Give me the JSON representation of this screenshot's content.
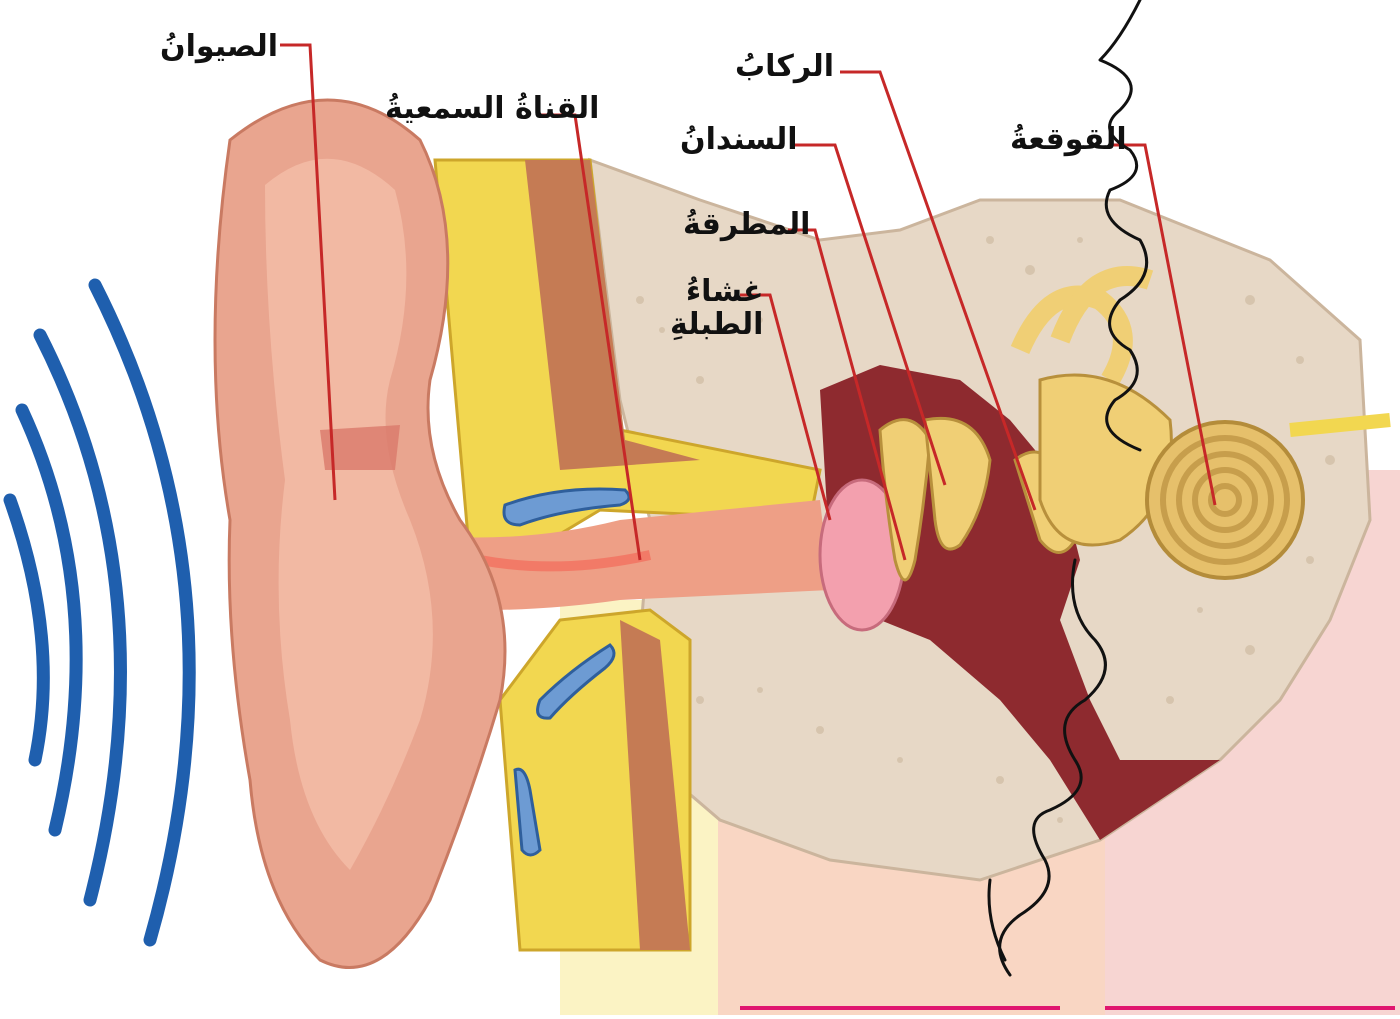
{
  "diagram": {
    "labels": {
      "pinna": "الصيوانُ",
      "ear_canal": "القناةُ السمعيةُ",
      "stapes": "الركابُ",
      "incus": "السندانُ",
      "cochlea": "القوقعةُ",
      "malleus": "المطرقةُ",
      "eardrum_line1": "غشاءُ",
      "eardrum_line2": "الطبلةِ"
    },
    "colors": {
      "sound_waves": "#1f5fae",
      "skin": "#e9a58f",
      "bone": "#e7d8c6",
      "fat": "#f2d750",
      "middle_ear_cavity": "#8e2a2f",
      "ossicles": "#f0cf75",
      "eardrum": "#f3a0ae",
      "leader_line": "#c62828",
      "panel_peach": "#f9d6c3",
      "panel_pink": "#f7d5d2",
      "answer_underline": "#e0156f",
      "handwriting": "#111111"
    },
    "icons": [
      "sound-wave-icon",
      "ear-anatomy-illustration",
      "handwritten-scribble"
    ]
  }
}
